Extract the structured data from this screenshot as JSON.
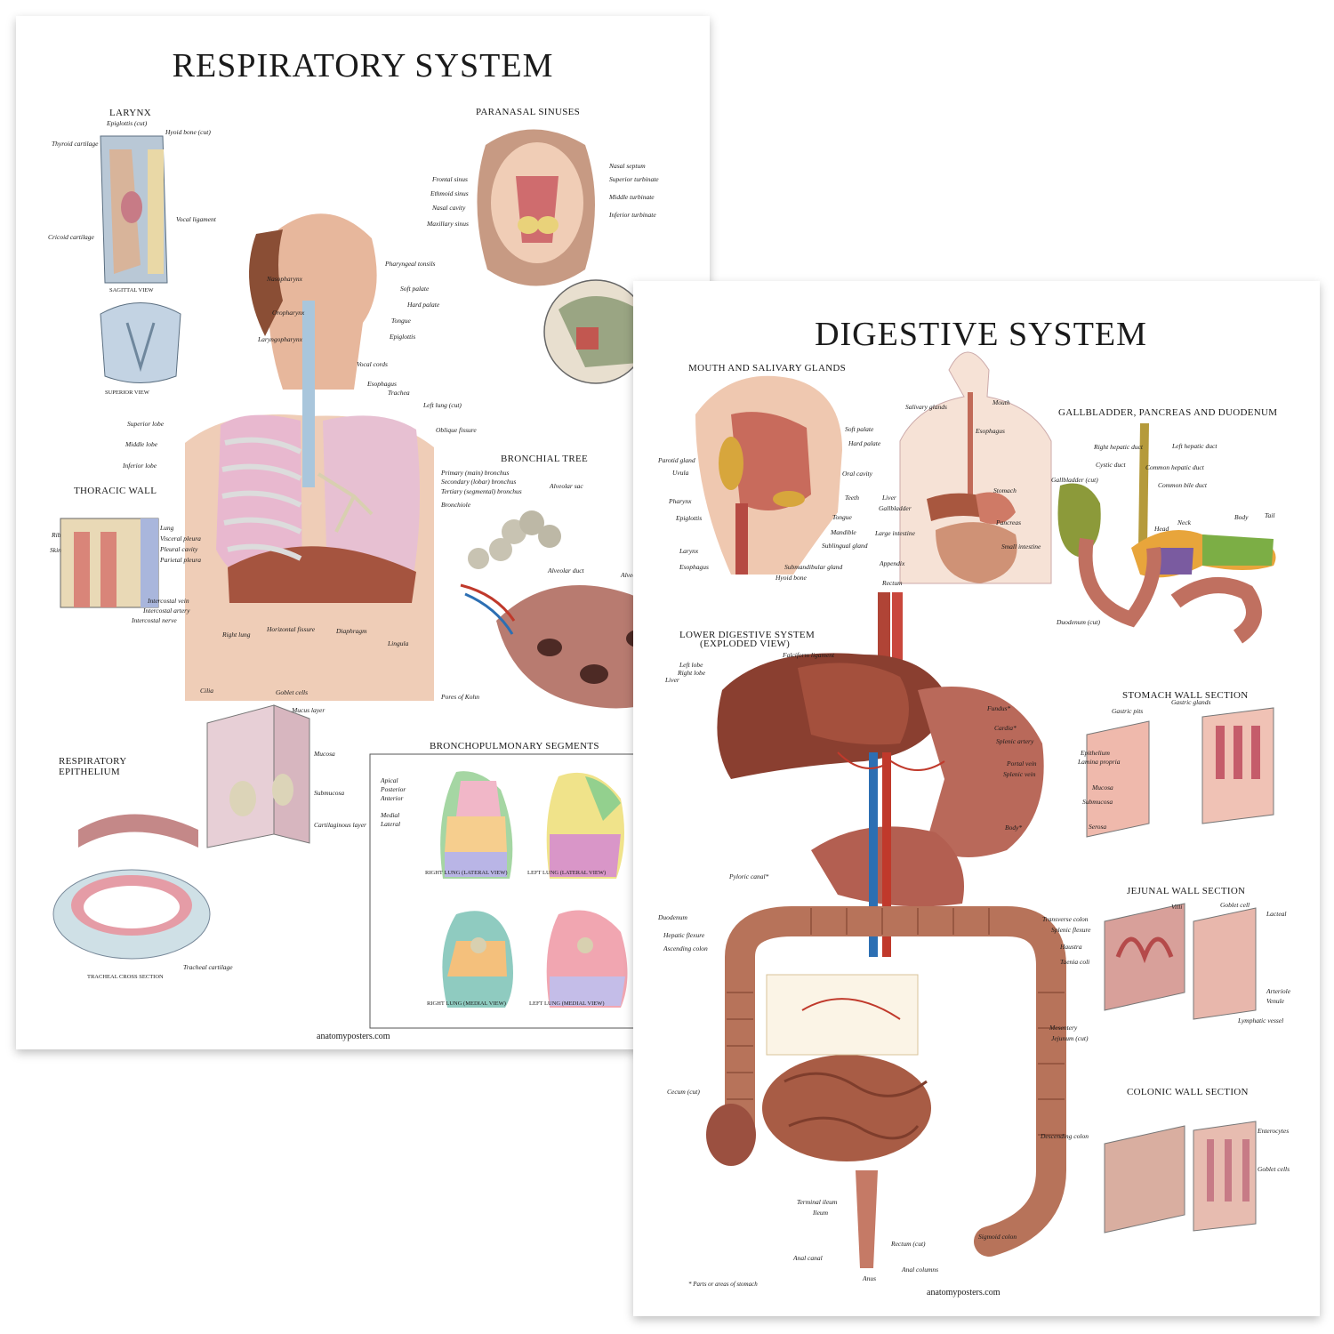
{
  "respiratory": {
    "title": "RESPIRATORY SYSTEM",
    "sections": {
      "larynx": "LARYNX",
      "paranasal": "PARANASAL SINUSES",
      "thoracic_wall": "THORACIC WALL",
      "bronchial_tree": "BRONCHIAL TREE",
      "respiratory_epithelium": "RESPIRATORY EPITHELIUM",
      "bronchopulmonary": "BRONCHOPULMONARY SEGMENTS",
      "sagittal_view": "SAGITTAL VIEW",
      "superior_view": "SUPERIOR VIEW",
      "tracheal_cross": "TRACHEAL CROSS SECTION",
      "right_lateral": "RIGHT LUNG (LATERAL VIEW)",
      "left_lateral": "LEFT LUNG (LATERAL VIEW)",
      "right_medial": "RIGHT LUNG (MEDIAL VIEW)",
      "left_medial": "LEFT LUNG (MEDIAL VIEW)"
    },
    "labels": {
      "epiglottis_cut": "Epiglottis (cut)",
      "hyoid_bone_cut": "Hyoid bone (cut)",
      "thyroid_cartilage": "Thyroid cartilage",
      "cricoid_cartilage": "Cricoid cartilage",
      "vocal_ligament": "Vocal ligament",
      "frontal_sinus": "Frontal sinus",
      "ethmoid_sinus": "Ethmoid sinus",
      "nasal_cavity": "Nasal cavity",
      "maxillary_sinus": "Maxillary sinus",
      "nasal_septum": "Nasal septum",
      "superior_turbinate": "Superior turbinate",
      "middle_turbinate": "Middle turbinate",
      "inferior_turbinate": "Inferior turbinate",
      "pharyngeal_tonsils": "Pharyngeal tonsils",
      "soft_palate": "Soft palate",
      "hard_palate": "Hard palate",
      "tongue": "Tongue",
      "epiglottis": "Epiglottis",
      "vocal_cords": "Vocal cords",
      "esophagus": "Esophagus",
      "trachea": "Trachea",
      "nasopharynx": "Nasopharynx",
      "oropharynx": "Oropharynx",
      "laryngopharynx": "Laryngopharynx",
      "superior_lobe": "Superior lobe",
      "middle_lobe": "Middle lobe",
      "inferior_lobe": "Inferior lobe",
      "left_lung_cut": "Left lung (cut)",
      "oblique_fissure": "Oblique fissure",
      "primary_bronchus": "Primary (main) bronchus",
      "secondary_bronchus": "Secondary (lobar) bronchus",
      "tertiary_bronchus": "Tertiary (segmental) bronchus",
      "bronchiole": "Bronchiole",
      "alveolar_sac": "Alveolar sac",
      "alveolar_duct": "Alveolar duct",
      "alveoli": "Alveoli",
      "right_lung": "Right lung",
      "horizontal_fissure": "Horizontal fissure",
      "diaphragm": "Diaphragm",
      "lingula": "Lingula",
      "lung": "Lung",
      "rib": "Rib",
      "skin": "Skin",
      "visceral_pleura": "Visceral pleura",
      "pleural_cavity": "Pleural cavity",
      "parietal_pleura": "Parietal pleura",
      "intercostal_vein": "Intercostal vein",
      "intercostal_artery": "Intercostal artery",
      "intercostal_nerve": "Intercostal nerve",
      "pores_of_kohn": "Pores of Kohn",
      "cilia": "Cilia",
      "goblet_cells": "Goblet cells",
      "mucus_layer": "Mucus layer",
      "mucosa": "Mucosa",
      "submucosa": "Submucosa",
      "cartilaginous_layer": "Cartilaginous layer",
      "tracheal_cartilage": "Tracheal cartilage",
      "apical": "Apical",
      "posterior": "Posterior",
      "anterior": "Anterior",
      "medial": "Medial",
      "lateral": "Lateral"
    },
    "footer": "anatomyposters.com"
  },
  "digestive": {
    "title": "DIGESTIVE SYSTEM",
    "sections": {
      "mouth": "MOUTH AND SALIVARY GLANDS",
      "gallbladder": "GALLBLADDER, PANCREAS AND DUODENUM",
      "lower": "LOWER DIGESTIVE SYSTEM",
      "exploded": "(EXPLODED VIEW)",
      "stomach_wall": "STOMACH WALL SECTION",
      "jejunal_wall": "JEJUNAL WALL SECTION",
      "colonic_wall": "COLONIC WALL SECTION"
    },
    "labels": {
      "soft_palate": "Soft palate",
      "hard_palate": "Hard palate",
      "oral_cavity": "Oral cavity",
      "teeth": "Teeth",
      "tongue": "Tongue",
      "mandible": "Mandible",
      "sublingual_gland": "Sublingual gland",
      "submandibular_gland": "Submandibular gland",
      "hyoid_bone": "Hyoid bone",
      "parotid_gland": "Parotid gland",
      "uvula": "Uvula",
      "pharynx": "Pharynx",
      "epiglottis": "Epiglottis",
      "larynx": "Larynx",
      "esophagus": "Esophagus",
      "mouth": "Mouth",
      "salivary_glands": "Salivary glands",
      "stomach": "Stomach",
      "pancreas": "Pancreas",
      "small_intestine": "Small intestine",
      "liver": "Liver",
      "gallbladder": "Gallbladder",
      "large_intestine": "Large intestine",
      "appendix": "Appendix",
      "rectum": "Rectum",
      "right_hepatic_duct": "Right hepatic duct",
      "left_hepatic_duct": "Left hepatic duct",
      "cystic_duct": "Cystic duct",
      "common_hepatic_duct": "Common hepatic duct",
      "common_bile_duct": "Common bile duct",
      "gallbladder_cut": "Gallbladder (cut)",
      "head": "Head",
      "neck": "Neck",
      "body": "Body",
      "tail": "Tail",
      "duodenum_cut": "Duodenum (cut)",
      "falciform_ligament": "Falciform ligament",
      "left_lobe": "Left lobe",
      "right_lobe": "Right lobe",
      "fundus": "Fundus*",
      "cardia": "Cardia*",
      "splenic_artery": "Splenic artery",
      "portal_vein": "Portal vein",
      "splenic_vein": "Splenic vein",
      "body_star": "Body*",
      "pyloric_canal": "Pyloric canal*",
      "duodenum": "Duodenum",
      "transverse_colon": "Transverse colon",
      "splenic_flexure": "Splenic flexure",
      "haustra": "Haustra",
      "taenia_coli": "Taenia coli",
      "hepatic_flexure": "Hepatic flexure",
      "ascending_colon": "Ascending colon",
      "descending_colon": "Descending colon",
      "jejunum_cut": "Jejunum (cut)",
      "mesentery": "Mesentery",
      "cecum_cut": "Cecum (cut)",
      "sigmoid_colon": "Sigmoid colon",
      "terminal_ileum": "Terminal ileum",
      "ileum": "Ileum",
      "rectum_cut": "Rectum (cut)",
      "anus": "Anus",
      "anal_canal": "Anal canal",
      "anal_columns": "Anal columns",
      "gastric_pits": "Gastric pits",
      "gastric_glands": "Gastric glands",
      "epithelium": "Epithelium",
      "lamina_propria": "Lamina propria",
      "mucosa": "Mucosa",
      "submucosa": "Submucosa",
      "serosa": "Serosa",
      "villi": "Villi",
      "goblet_cell": "Goblet cell",
      "lacteal": "Lacteal",
      "arteriole": "Arteriole",
      "venule": "Venule",
      "lymphatic_vessel": "Lymphatic vessel",
      "goblet_cells": "Goblet cells",
      "enterocytes": "Enterocytes"
    },
    "footnote": "* Parts or areas of stomach",
    "footer": "anatomyposters.com"
  }
}
